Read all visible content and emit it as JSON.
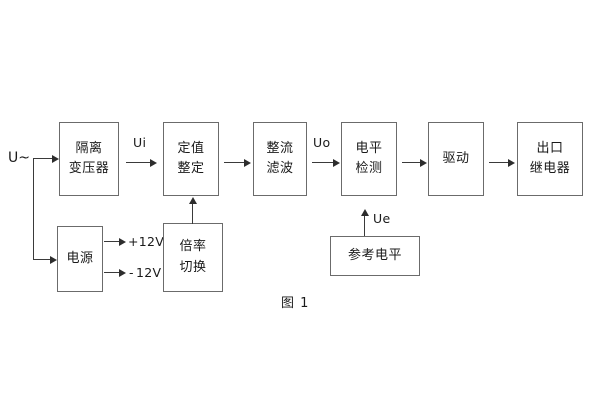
{
  "figure": {
    "caption": "图 1",
    "input_label": "U~",
    "blocks": [
      {
        "id": "isolation-transformer",
        "lines": [
          "隔离",
          "变压器"
        ]
      },
      {
        "id": "setting-value",
        "lines": [
          "定值",
          "整定"
        ]
      },
      {
        "id": "rectifier-filter",
        "lines": [
          "整流",
          "滤波"
        ]
      },
      {
        "id": "level-detection",
        "lines": [
          "电平",
          "检测"
        ]
      },
      {
        "id": "drive",
        "lines": [
          "驱动"
        ]
      },
      {
        "id": "output-relay",
        "lines": [
          "出口",
          "继电器"
        ]
      },
      {
        "id": "power-supply",
        "lines": [
          "电源"
        ]
      },
      {
        "id": "multiplier-switch",
        "lines": [
          "倍率",
          "切换"
        ]
      },
      {
        "id": "reference-level",
        "lines": [
          "参考电平"
        ]
      }
    ],
    "signals": {
      "ui": "Ui",
      "uo": "Uo",
      "ue": "Ue",
      "pos12v": "+12V",
      "neg12v": "12V",
      "neg_sign": "-"
    },
    "colors": {
      "box_border": "#6b6b6b",
      "line": "#3a3a3a",
      "text": "#1a1a1a",
      "background": "#ffffff"
    }
  }
}
